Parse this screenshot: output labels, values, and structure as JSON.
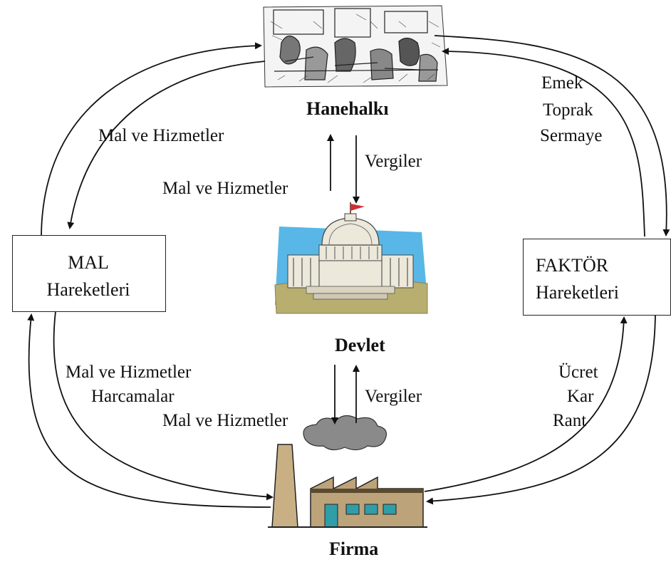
{
  "nodes": {
    "household": "Hanehalkı",
    "government": "Devlet",
    "firm": "Firma",
    "goods_market": {
      "line1": "MAL",
      "line2": "Hareketleri"
    },
    "factor_market": {
      "line1": "FAKTÖR",
      "line2": "Hareketleri"
    }
  },
  "flows": {
    "goods_to_household": "Mal ve Hizmetler",
    "gov_to_household_goods": "Mal ve Hizmetler",
    "household_taxes": "Vergiler",
    "factors": [
      "Emek",
      "Toprak",
      "Sermaye"
    ],
    "firm_goods": "Mal ve Hizmetler",
    "spending": "Harcamalar",
    "gov_to_firm_goods": "Mal ve Hizmetler",
    "firm_taxes": "Vergiler",
    "factor_income": [
      "Ücret",
      "Kar",
      "Rant"
    ]
  },
  "colors": {
    "sky": "#58b7e6",
    "capitol": "#ece8da",
    "ground": "#b8ae70",
    "chimney": "#c9b084",
    "factory_wall": "#bda37a",
    "factory_roof": "#5a4a30",
    "door": "#2f9ea8",
    "smoke": "#8a8a8a",
    "flag": "#d03030"
  }
}
